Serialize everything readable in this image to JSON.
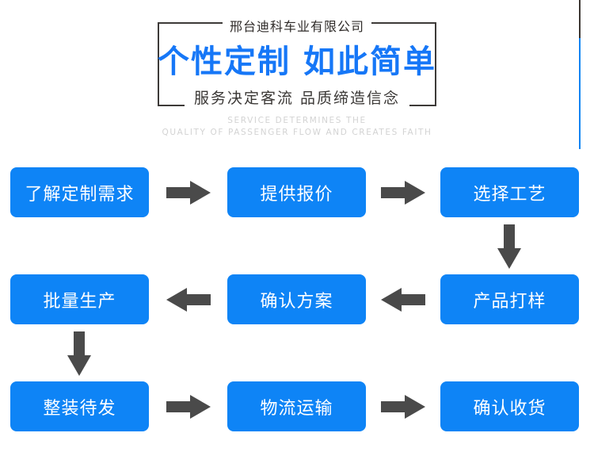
{
  "banner": {
    "company_name": "邢台迪科车业有限公司",
    "headline": "个性定制 如此简单",
    "subline": "服务决定客流 品质缔造信念",
    "english_line_1": "SERVICE DETERMINES THE",
    "english_line_2": "QUALITY OF PASSENGER FLOW AND CREATES FAITH",
    "headline_color": "#1677f7",
    "bracket_color": "#3d3a38",
    "english_color": "#d3d3d3"
  },
  "flow": {
    "node_color": "#0e84f6",
    "node_text_color": "#ffffff",
    "arrow_color": "#4a4a4a",
    "steps": [
      {
        "id": "step-1",
        "label": "了解定制需求",
        "row": 1,
        "col": 1
      },
      {
        "id": "step-2",
        "label": "提供报价",
        "row": 1,
        "col": 2
      },
      {
        "id": "step-3",
        "label": "选择工艺",
        "row": 1,
        "col": 3
      },
      {
        "id": "step-4",
        "label": "产品打样",
        "row": 2,
        "col": 3
      },
      {
        "id": "step-5",
        "label": "确认方案",
        "row": 2,
        "col": 2
      },
      {
        "id": "step-6",
        "label": "批量生产",
        "row": 2,
        "col": 1
      },
      {
        "id": "step-7",
        "label": "整装待发",
        "row": 3,
        "col": 1
      },
      {
        "id": "step-8",
        "label": "物流运输",
        "row": 3,
        "col": 2
      },
      {
        "id": "step-9",
        "label": "确认收货",
        "row": 3,
        "col": 3
      }
    ],
    "connectors": [
      {
        "id": "arrow-row1-a",
        "direction": "right"
      },
      {
        "id": "arrow-row1-b",
        "direction": "right"
      },
      {
        "id": "arrow-row1-to-row2",
        "direction": "down"
      },
      {
        "id": "arrow-row2-a",
        "direction": "left"
      },
      {
        "id": "arrow-row2-b",
        "direction": "left"
      },
      {
        "id": "arrow-row2-to-row3",
        "direction": "down"
      },
      {
        "id": "arrow-row3-a",
        "direction": "right"
      },
      {
        "id": "arrow-row3-b",
        "direction": "right"
      }
    ]
  },
  "edges": {
    "right_rule_dark_color": "#3c3632",
    "right_rule_blue_color": "#0b84f3"
  }
}
